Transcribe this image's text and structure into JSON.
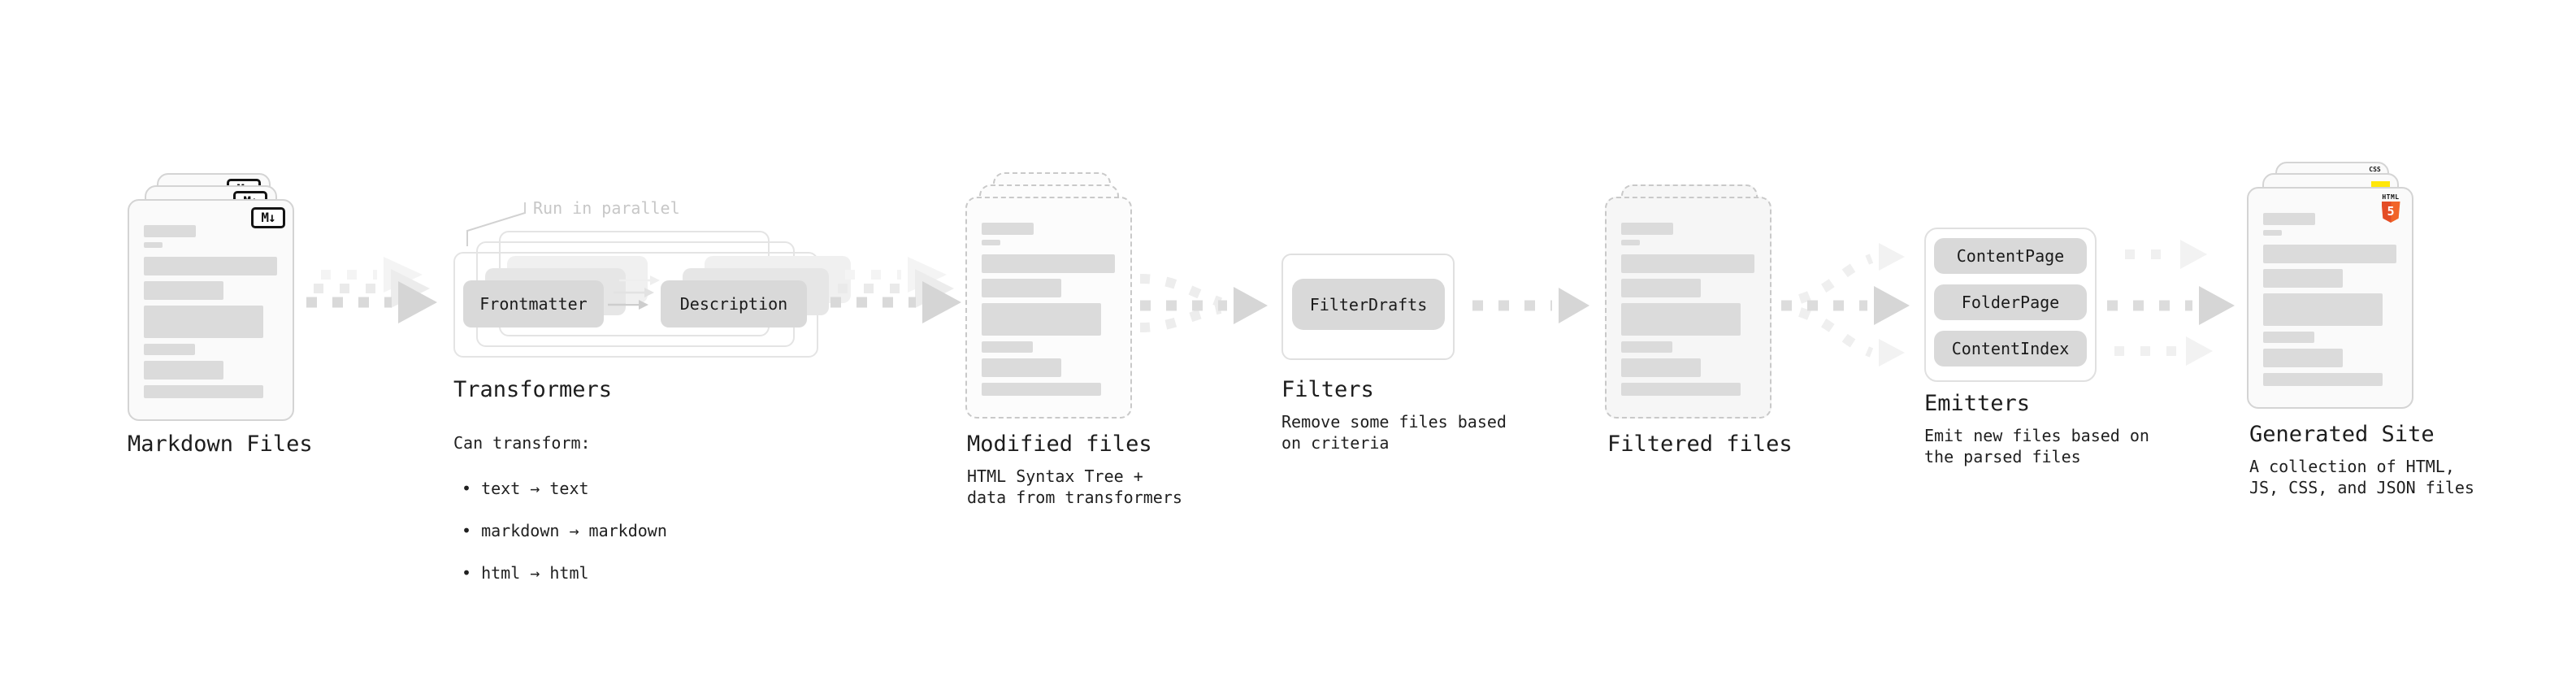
{
  "stages": {
    "markdown_files": {
      "label": "Markdown Files"
    },
    "transformers": {
      "label": "Transformers",
      "note": "Run in parallel",
      "buttons": [
        "Frontmatter",
        "Description"
      ],
      "description_heading": "Can transform:",
      "items": [
        "• text → text",
        "• markdown → markdown",
        "• html → html"
      ]
    },
    "modified_files": {
      "label": "Modified files",
      "description": "HTML Syntax Tree +\ndata from transformers"
    },
    "filters": {
      "label": "Filters",
      "buttons": [
        "FilterDrafts"
      ],
      "description": "Remove some files based\non criteria"
    },
    "filtered_files": {
      "label": "Filtered files"
    },
    "emitters": {
      "label": "Emitters",
      "buttons": [
        "ContentPage",
        "FolderPage",
        "ContentIndex"
      ],
      "description": "Emit new files based on\nthe parsed files"
    },
    "generated_site": {
      "label": "Generated Site",
      "description": "A collection of HTML,\nJS, CSS, and JSON files"
    }
  },
  "icons": {
    "markdown_badge": "M↓",
    "html5_badge": {
      "text": "HTML",
      "number": "5"
    },
    "css_badge": "CSS",
    "js_badge": "js-yellow-square"
  },
  "colors": {
    "html5_orange": "#E44D26",
    "js_yellow": "#FFE70A",
    "css_blue": "#2B66E8",
    "card_border": "#D4D4D4",
    "bar_fill": "#DBDBDB",
    "arrow_gray": "#D9D9D9",
    "arrow_ghost": "#EFEFEF",
    "text": "#1D1D1D",
    "muted_note": "#C7C7C7"
  }
}
